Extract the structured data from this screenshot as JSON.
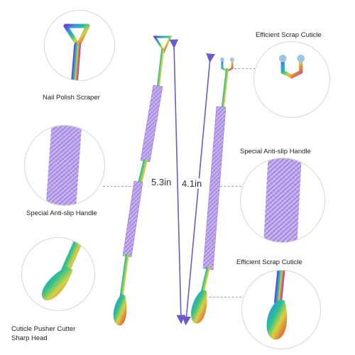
{
  "callouts": {
    "nail_polish_scraper": "Nail Polish Scraper",
    "efficient_scrap_cuticle_top": "Efficient Scrap Cuticle",
    "special_anti_slip_handle_left": "Special Anti-slip Handle",
    "special_anti_slip_handle_right": "Special Anti-slip Handle",
    "efficient_scrap_cuticle_bottom": "Efficient Scrap Cuticle",
    "cuticle_pusher_line1": "Cuticle Pusher Cutter",
    "cuticle_pusher_line2": "Sharp Head"
  },
  "dimensions": {
    "left_tool_length": "5.3in",
    "right_tool_length": "4.1in"
  },
  "colors": {
    "arrow": "#6a5acd",
    "circle_border": "#d6d6d6",
    "leader_line": "#9aa4b5"
  }
}
